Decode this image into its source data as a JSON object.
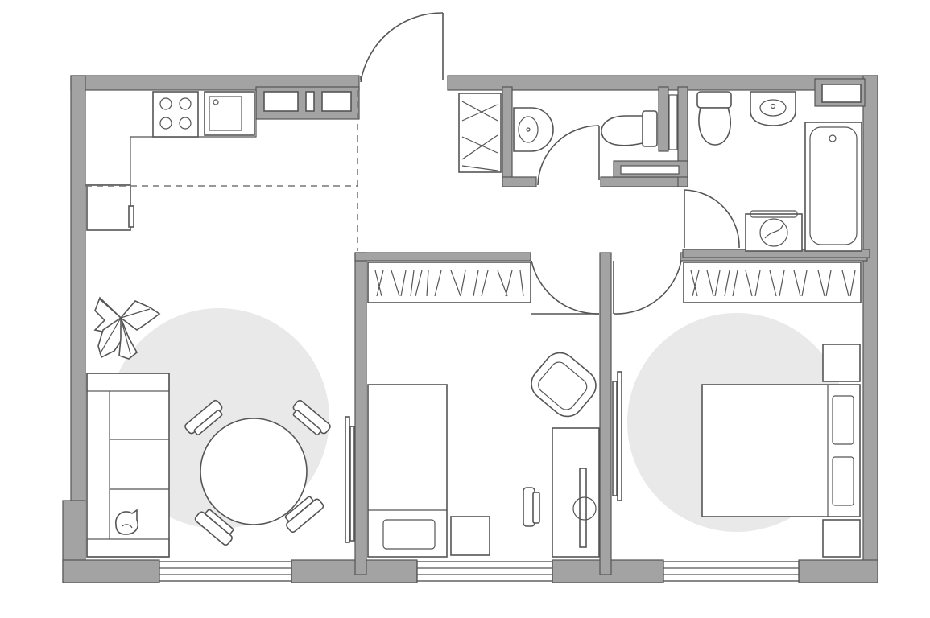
{
  "plan": {
    "type": "apartment-floor-plan",
    "rooms": [
      "kitchen-living",
      "bedroom-small",
      "bedroom-main",
      "hallway",
      "washroom",
      "toilet",
      "bathroom"
    ],
    "colors": {
      "wall": "#a3a3a3",
      "outline": "#555555",
      "zone": "#e9e9e9",
      "background": "#ffffff"
    },
    "icons": [
      "door-swing-icon",
      "stove-icon",
      "sink-icon",
      "toilet-icon",
      "bathtub-icon",
      "washing-machine-icon",
      "plant-icon",
      "sofa-icon",
      "dining-table-icon",
      "chair-icon",
      "bed-icon",
      "desk-icon",
      "armchair-icon",
      "wardrobe-icon",
      "window-icon",
      "cat-icon"
    ]
  }
}
